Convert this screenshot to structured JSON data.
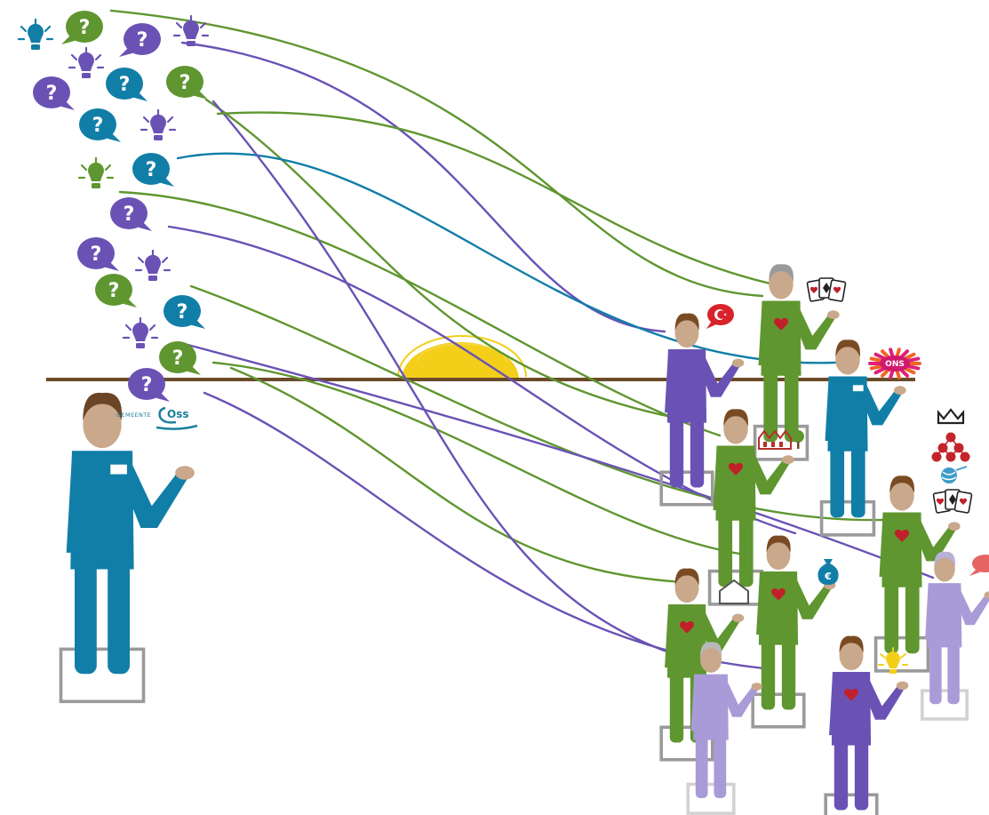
{
  "municipality": {
    "logo_prefix": "GEMEENTE",
    "logo_name": "Oss"
  },
  "bubble_mark": "?",
  "badge_text": "ONS",
  "currency_mark": "€",
  "colors": {
    "green": "#5f9630",
    "purple": "#6a52b5",
    "teal": "#117ea8",
    "light_purple": "#a99bd8",
    "ground": "#6b4a2a",
    "sun": "#f3cf1a",
    "heart": "#c0202a"
  },
  "icons": [
    "lightbulb-icon",
    "question-bubble-icon",
    "turkish-flag-speech-bubble-icon",
    "playing-cards-icon",
    "ons-badge-icon",
    "houses-icon",
    "crown-icon",
    "network-icon",
    "yarn-icon",
    "house-icon",
    "money-bag-icon",
    "speech-bubble-icon",
    "heart-icon"
  ]
}
